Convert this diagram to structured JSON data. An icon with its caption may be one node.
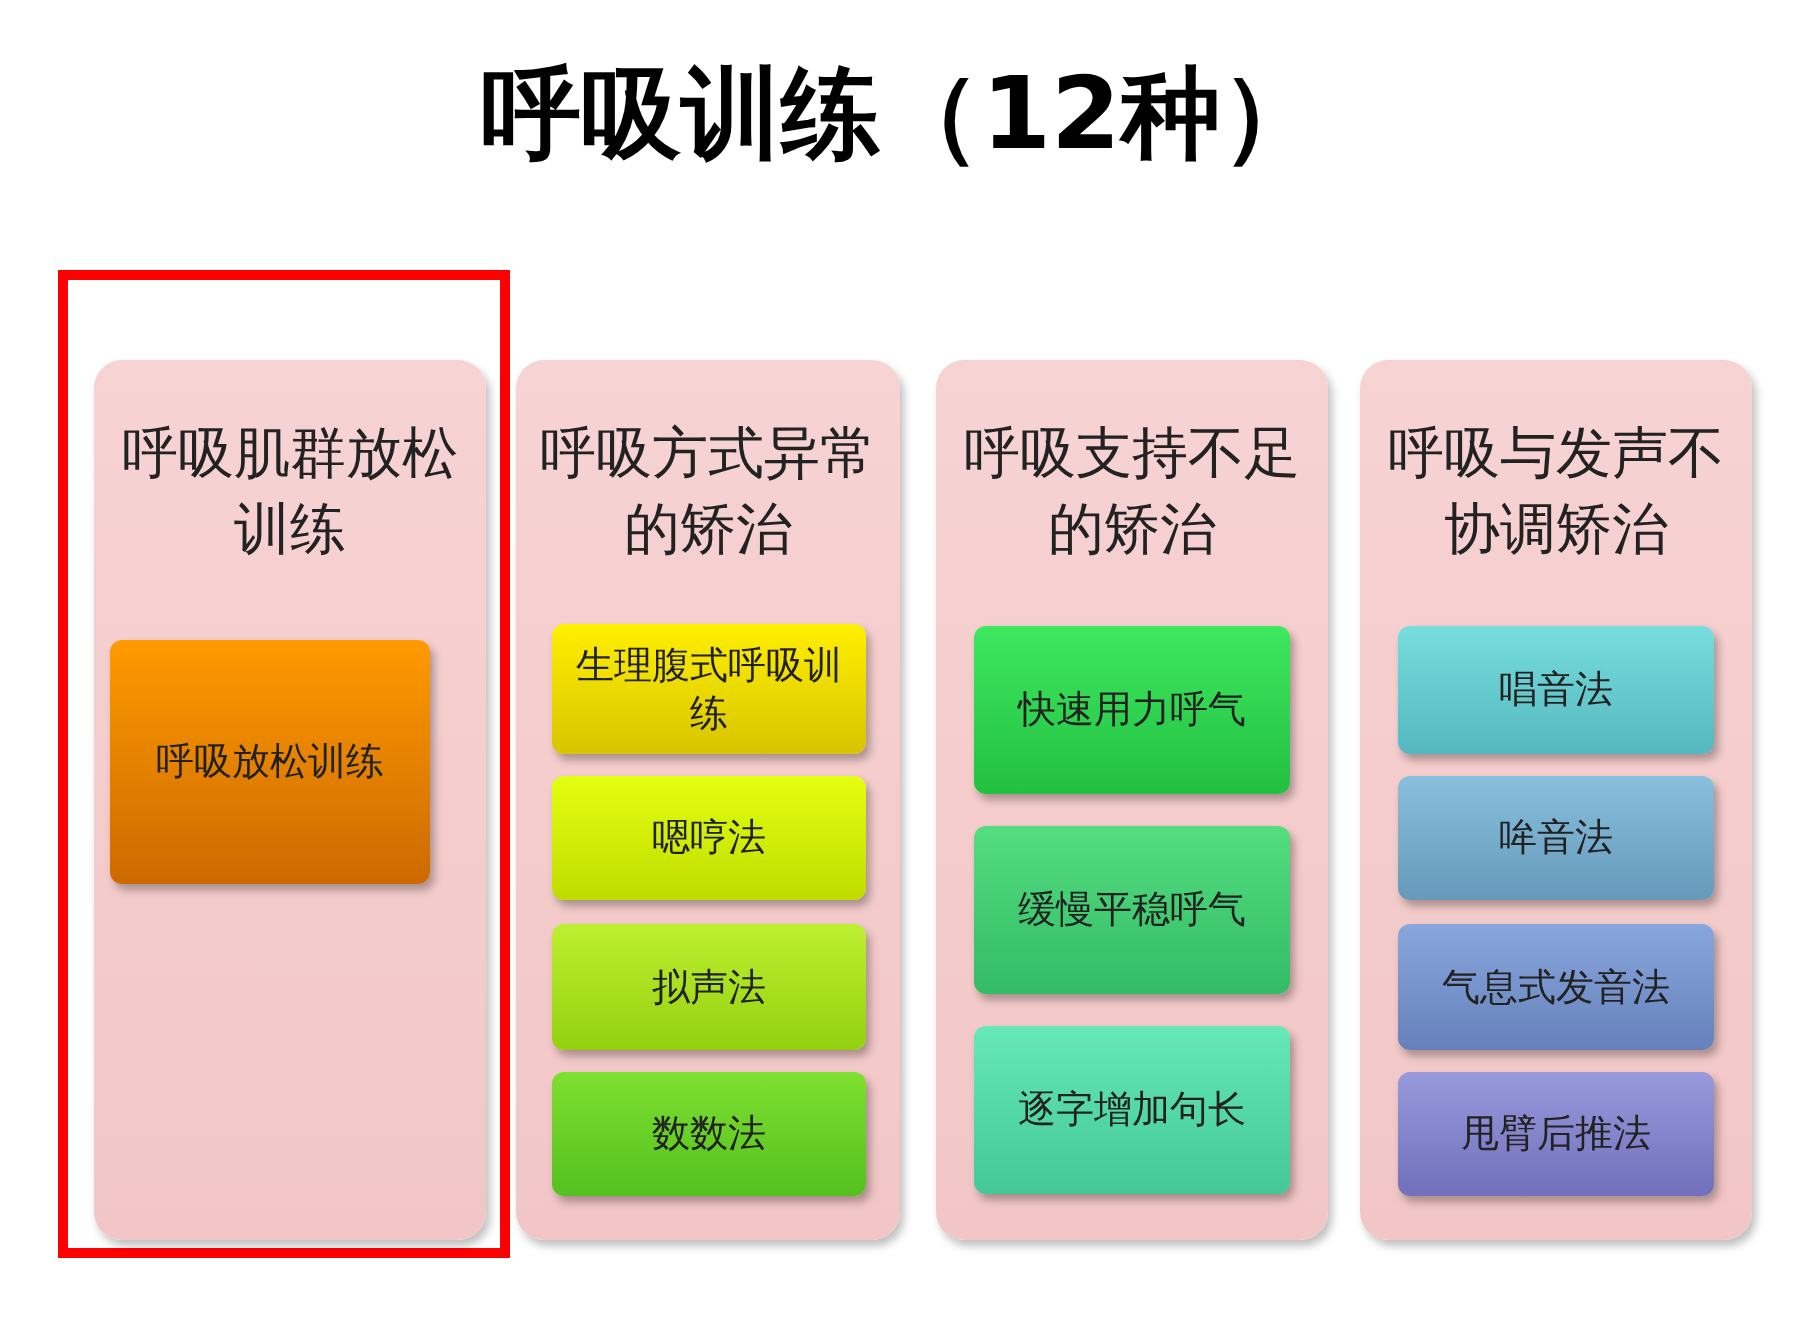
{
  "diagram": {
    "title": "呼吸训练（12种）",
    "nodes": [
      {
        "text": [
          "呼吸肌群放松训练"
        ]
      },
      {
        "text": [
          "呼吸放松训练"
        ],
        "in": 0
      },
      {
        "text": [
          "呼吸方式异常的矫治"
        ]
      },
      {
        "text": [
          "生理腹式呼吸训练"
        ],
        "in": 2
      },
      {
        "text": [
          "嗯哼法"
        ],
        "in": 2
      },
      {
        "text": [
          "拟声法"
        ],
        "in": 2
      },
      {
        "text": [
          "数数法"
        ],
        "in": 2
      },
      {
        "text": [
          "呼吸支持不足的矫治"
        ]
      },
      {
        "text": [
          "快速用力呼气"
        ],
        "in": 7
      },
      {
        "text": [
          "缓慢平稳呼气"
        ],
        "in": 7
      },
      {
        "text": [
          "逐字增加句长"
        ],
        "in": 7
      },
      {
        "text": [
          "呼吸与发声不协调矫治"
        ]
      },
      {
        "text": [
          "唱音法"
        ],
        "in": 11
      },
      {
        "text": [
          "哞音法"
        ],
        "in": 11
      },
      {
        "text": [
          "气息式发音法"
        ],
        "in": 11
      },
      {
        "text": [
          "甩臂后推法"
        ],
        "in": 11
      }
    ]
  }
}
